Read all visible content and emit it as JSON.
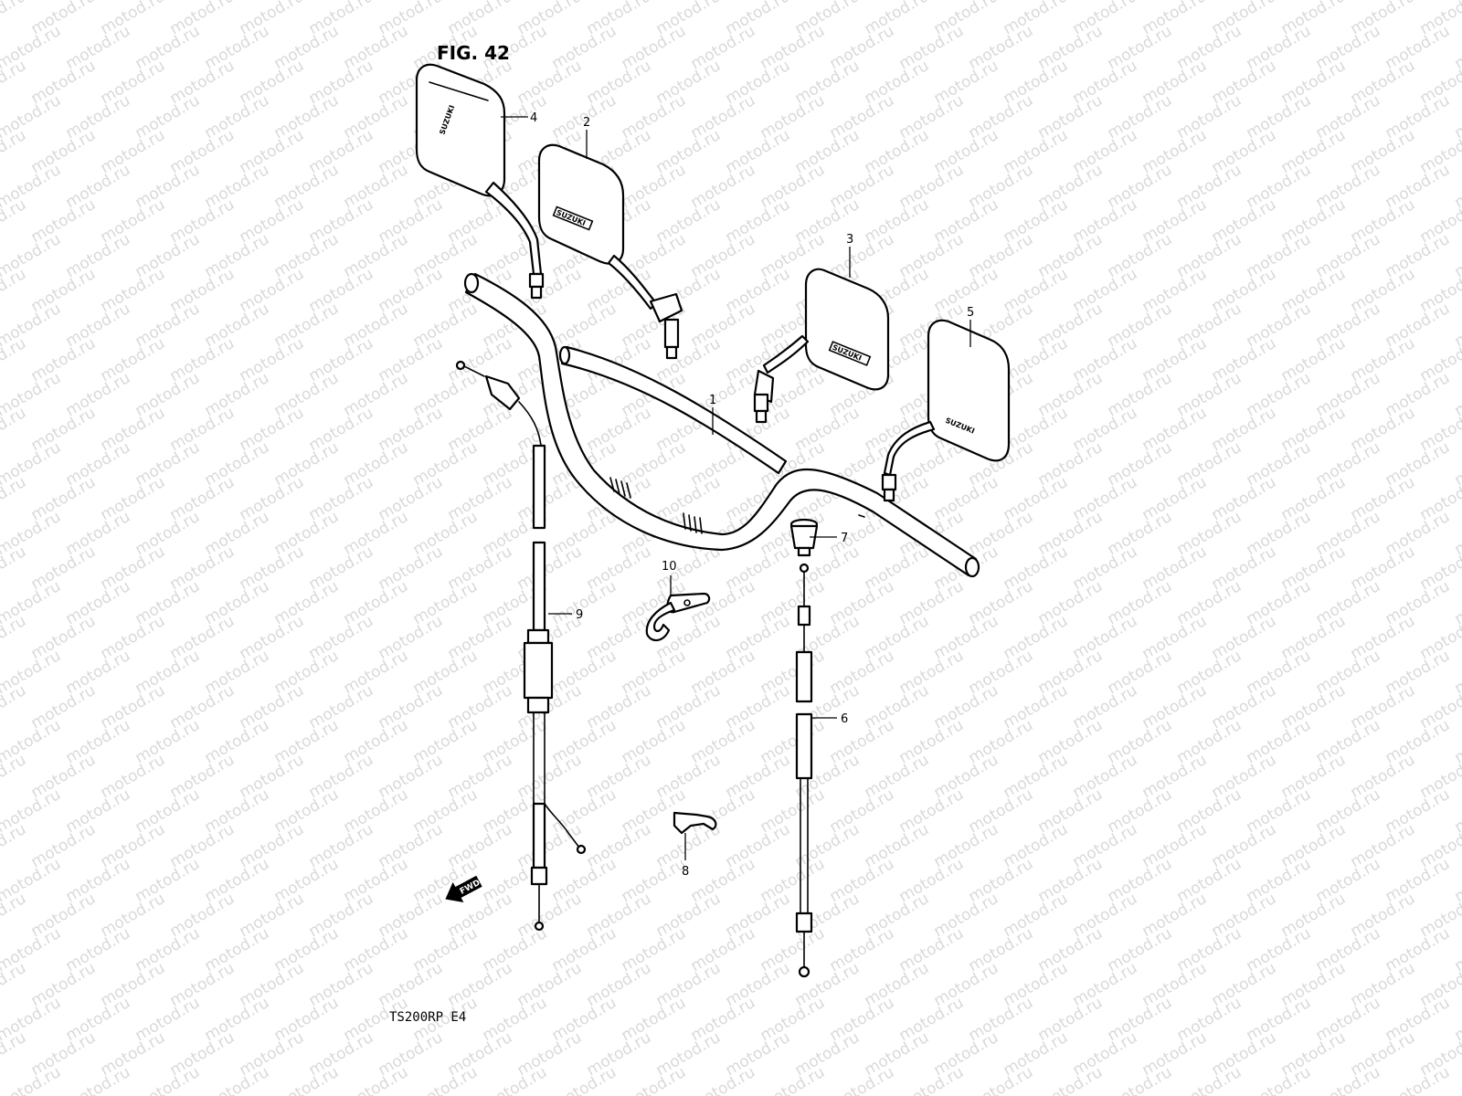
{
  "figure": {
    "title": "FIG. 42",
    "model_code": "TS200RP  E4",
    "watermark_text": "motod.ru",
    "direction_marker": "FWD",
    "brand_mark": "SUZUKI"
  },
  "callouts": [
    {
      "number": "1",
      "part": "handlebar"
    },
    {
      "number": "2",
      "part": "mirror"
    },
    {
      "number": "3",
      "part": "mirror"
    },
    {
      "number": "4",
      "part": "mirror"
    },
    {
      "number": "5",
      "part": "mirror"
    },
    {
      "number": "6",
      "part": "cable"
    },
    {
      "number": "7",
      "part": "boot"
    },
    {
      "number": "8",
      "part": "clamp"
    },
    {
      "number": "9",
      "part": "cable"
    },
    {
      "number": "10",
      "part": "clamp"
    }
  ],
  "colors": {
    "line": "#000000",
    "watermark": "#d9d9d9",
    "background": "#ffffff"
  }
}
